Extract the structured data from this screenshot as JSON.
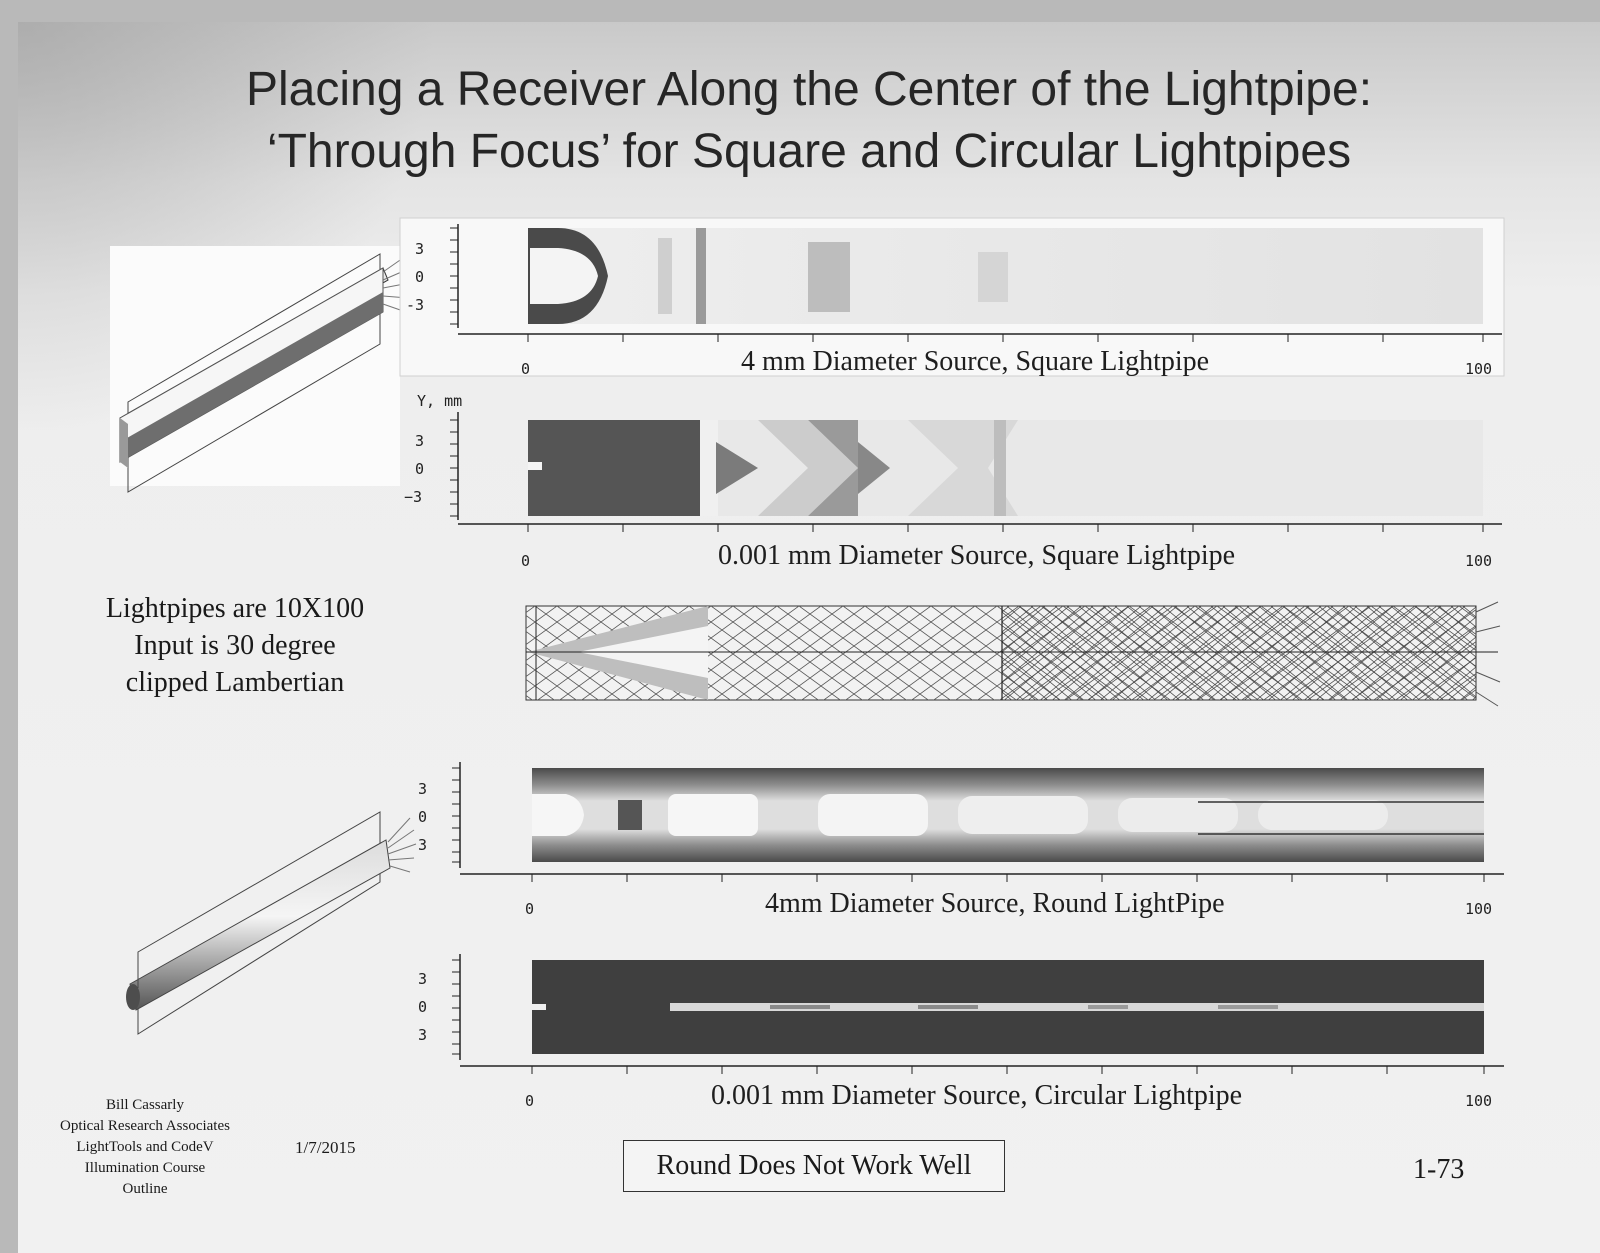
{
  "title": {
    "line1": "Placing a Receiver Along the Center of the Lightpipe:",
    "line2": "‘Through Focus’ for Square and Circular Lightpipes"
  },
  "panels": [
    {
      "caption": "4 mm Diameter Source, Square Lightpipe",
      "y_ticks": [
        "3",
        "0",
        "-3"
      ],
      "x_start": "0",
      "x_end": "100"
    },
    {
      "caption": "0.001 mm Diameter Source, Square Lightpipe",
      "y_axis_label": "Y, mm",
      "y_ticks": [
        "3",
        "0",
        "−3"
      ],
      "x_start": "0",
      "x_end": "100"
    },
    {
      "caption": "4mm Diameter Source, Round LightPipe",
      "y_ticks": [
        "3",
        "0",
        "3"
      ],
      "x_start": "0",
      "x_end": "100"
    },
    {
      "caption": "0.001 mm Diameter Source, Circular Lightpipe",
      "y_ticks": [
        "3",
        "0",
        "3"
      ],
      "x_start": "0",
      "x_end": "100"
    }
  ],
  "note": {
    "line1": "Lightpipes are 10X100",
    "line2": "Input is 30 degree",
    "line3": "clipped Lambertian"
  },
  "credit": {
    "line1": "Bill Cassarly",
    "line2": "Optical Research Associates",
    "line3": "LightTools and CodeV",
    "line4": "Illumination Course",
    "line5": "Outline"
  },
  "date": "1/7/2015",
  "conclusion": "Round Does Not Work Well",
  "page_number": "1-73"
}
